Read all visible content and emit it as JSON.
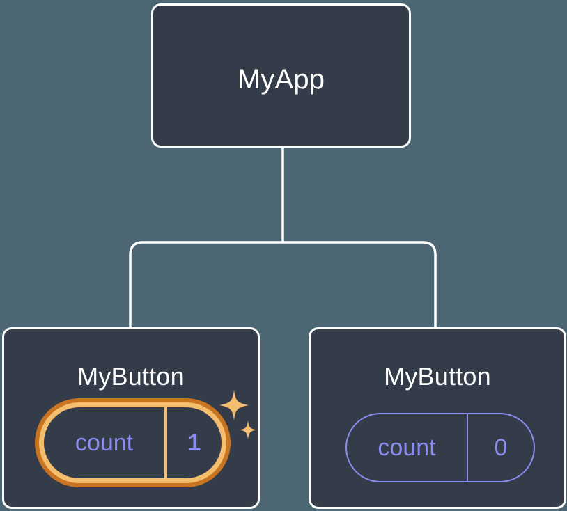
{
  "diagram": {
    "type": "component-tree",
    "background_color": "#4c6773",
    "node_fill": "#343c4a",
    "node_border": "#ffffff",
    "edge_color": "#ffffff",
    "accent_highlight_outer": "#c97420",
    "accent_highlight_inner": "#f5be6e",
    "state_text_color": "#8a8df0",
    "root": {
      "label": "MyApp"
    },
    "children": [
      {
        "label": "MyButton",
        "state_key": "count",
        "state_value": "1",
        "highlighted": true,
        "sparkle_icon": "sparkles-icon"
      },
      {
        "label": "MyButton",
        "state_key": "count",
        "state_value": "0",
        "highlighted": false
      }
    ]
  }
}
